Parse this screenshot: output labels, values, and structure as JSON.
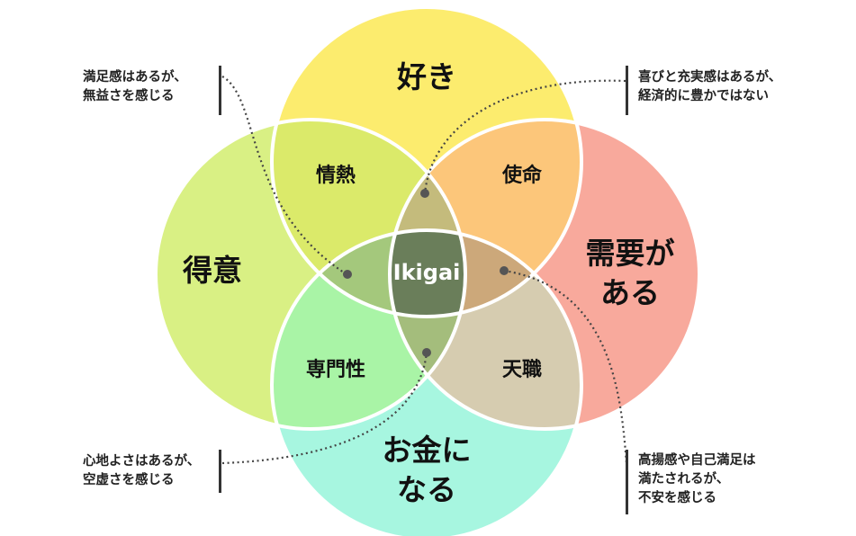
{
  "circles": {
    "like": "好き",
    "good_at": "得意",
    "need_line1": "需要が",
    "need_line2": "ある",
    "money_line1": "お金に",
    "money_line2": "なる"
  },
  "overlaps": {
    "passion": "情熱",
    "mission": "使命",
    "profession": "専門性",
    "vocation": "天職",
    "center": "Ikigai"
  },
  "notes": {
    "top_left": [
      "満足感はあるが、",
      "無益さを感じる"
    ],
    "top_right": [
      "喜びと充実感はあるが、",
      "経済的に豊かではない"
    ],
    "bottom_left": [
      "心地よさはあるが、",
      "空虚さを感じる"
    ],
    "bottom_right": [
      "高揚感や自己満足は",
      "満たされるが、",
      "不安を感じる"
    ]
  },
  "colors": {
    "like": "#fcec6e",
    "good_at": "#d9f084",
    "need": "#f8a99c",
    "money": "#a7f6e0",
    "passion": "#dbea6a",
    "mission": "#fcc67a",
    "profession": "#a9f4a6",
    "vocation": "#d6ccb0",
    "center": "#6a7e5a"
  }
}
